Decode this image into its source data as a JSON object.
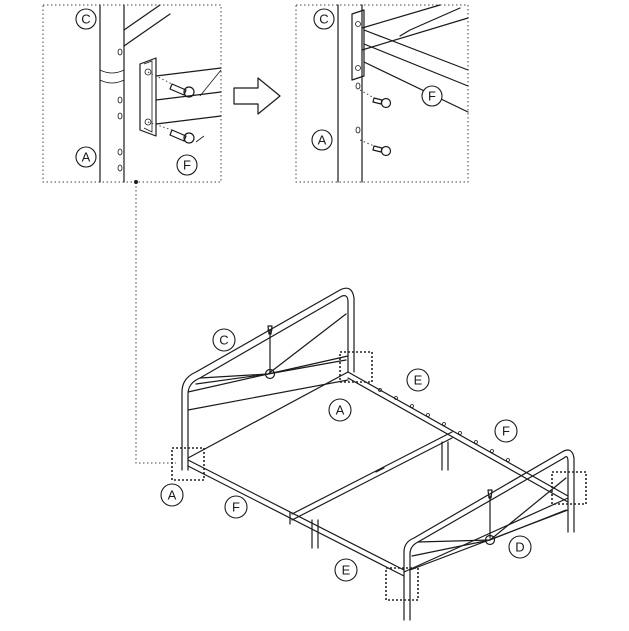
{
  "labels": {
    "detail_left": {
      "c": "C",
      "a": "A",
      "f": "F"
    },
    "detail_right": {
      "c": "C",
      "f": "F",
      "a": "A"
    },
    "overview": {
      "c": "C",
      "a_top": "A",
      "e_top": "E",
      "f_right": "F",
      "a_left": "A",
      "f_front": "F",
      "d": "D",
      "e_bottom": "E"
    }
  },
  "icons": [
    "screw-icon",
    "arrow-right-icon",
    "connector-icon"
  ]
}
